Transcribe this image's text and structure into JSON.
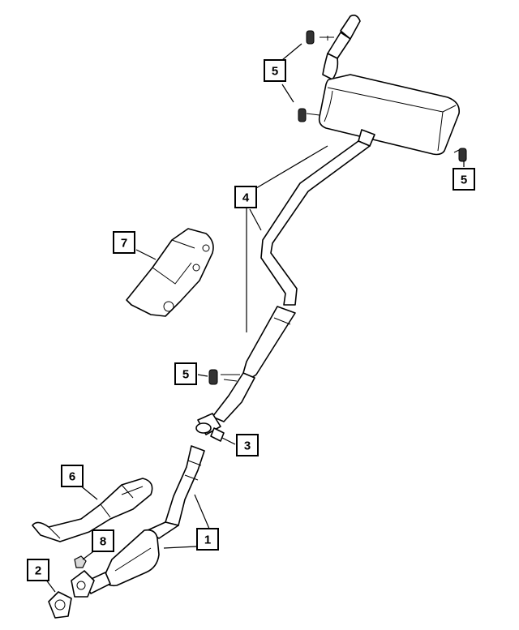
{
  "callouts": [
    {
      "id": "c1",
      "label": "1"
    },
    {
      "id": "c2",
      "label": "2"
    },
    {
      "id": "c3",
      "label": "3"
    },
    {
      "id": "c4",
      "label": "4"
    },
    {
      "id": "c5a",
      "label": "5"
    },
    {
      "id": "c5b",
      "label": "5"
    },
    {
      "id": "c5c",
      "label": "5"
    },
    {
      "id": "c6",
      "label": "6"
    },
    {
      "id": "c7",
      "label": "7"
    },
    {
      "id": "c8",
      "label": "8"
    }
  ]
}
